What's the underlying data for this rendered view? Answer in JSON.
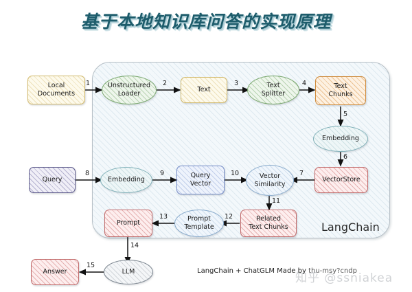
{
  "title": "基于本地知识库问答的实现原理",
  "container": {
    "label": "LangChain"
  },
  "nodes": {
    "local_documents": "Local\nDocuments",
    "unstructured_loader": "Unstructured\nLoader",
    "text": "Text",
    "text_splitter": "Text\nSplitter",
    "text_chunks": "Text\nChunks",
    "embedding_top": "Embedding",
    "vector_store": "VectorStore",
    "query": "Query",
    "embedding_query": "Embedding",
    "query_vector": "Query\nVector",
    "vector_similarity": "Vector\nSimilarity",
    "related_text_chunks": "Related\nText Chunks",
    "prompt_template": "Prompt\nTemplate",
    "prompt": "Prompt",
    "llm": "LLM",
    "answer": "Answer"
  },
  "edges": [
    {
      "id": "1",
      "from": "local_documents",
      "to": "unstructured_loader"
    },
    {
      "id": "2",
      "from": "unstructured_loader",
      "to": "text"
    },
    {
      "id": "3",
      "from": "text",
      "to": "text_splitter"
    },
    {
      "id": "4",
      "from": "text_splitter",
      "to": "text_chunks"
    },
    {
      "id": "5",
      "from": "text_chunks",
      "to": "embedding_top"
    },
    {
      "id": "6",
      "from": "embedding_top",
      "to": "vector_store"
    },
    {
      "id": "7",
      "from": "vector_store",
      "to": "vector_similarity"
    },
    {
      "id": "8",
      "from": "query",
      "to": "embedding_query"
    },
    {
      "id": "9",
      "from": "embedding_query",
      "to": "query_vector"
    },
    {
      "id": "10",
      "from": "query_vector",
      "to": "vector_similarity"
    },
    {
      "id": "11",
      "from": "vector_similarity",
      "to": "related_text_chunks"
    },
    {
      "id": "12",
      "from": "related_text_chunks",
      "to": "prompt_template"
    },
    {
      "id": "13",
      "from": "prompt_template",
      "to": "prompt"
    },
    {
      "id": "14",
      "from": "prompt",
      "to": "llm"
    },
    {
      "id": "15",
      "from": "llm",
      "to": "answer"
    }
  ],
  "edge_labels": {
    "e1": "1",
    "e2": "2",
    "e3": "3",
    "e4": "4",
    "e5": "5",
    "e6": "6",
    "e7": "7",
    "e8": "8",
    "e9": "9",
    "e10": "10",
    "e11": "11",
    "e12": "12",
    "e13": "13",
    "e14": "14",
    "e15": "15"
  },
  "footer": {
    "text": "LangChain + ChatGLM Made by",
    "author": "thu-msy?cndp"
  },
  "watermark": "知乎 @ssniakea",
  "colors": {
    "title": "#1d5c6b",
    "container_bg": "#f3f8fb",
    "yellow": "#d2b96a",
    "green": "#7aa86f",
    "orange": "#cf8c3e",
    "red": "#c26b6b",
    "blue": "#7189c6",
    "purple": "#5d5a8c",
    "teal": "#7fb0b8",
    "gray": "#79838d"
  }
}
